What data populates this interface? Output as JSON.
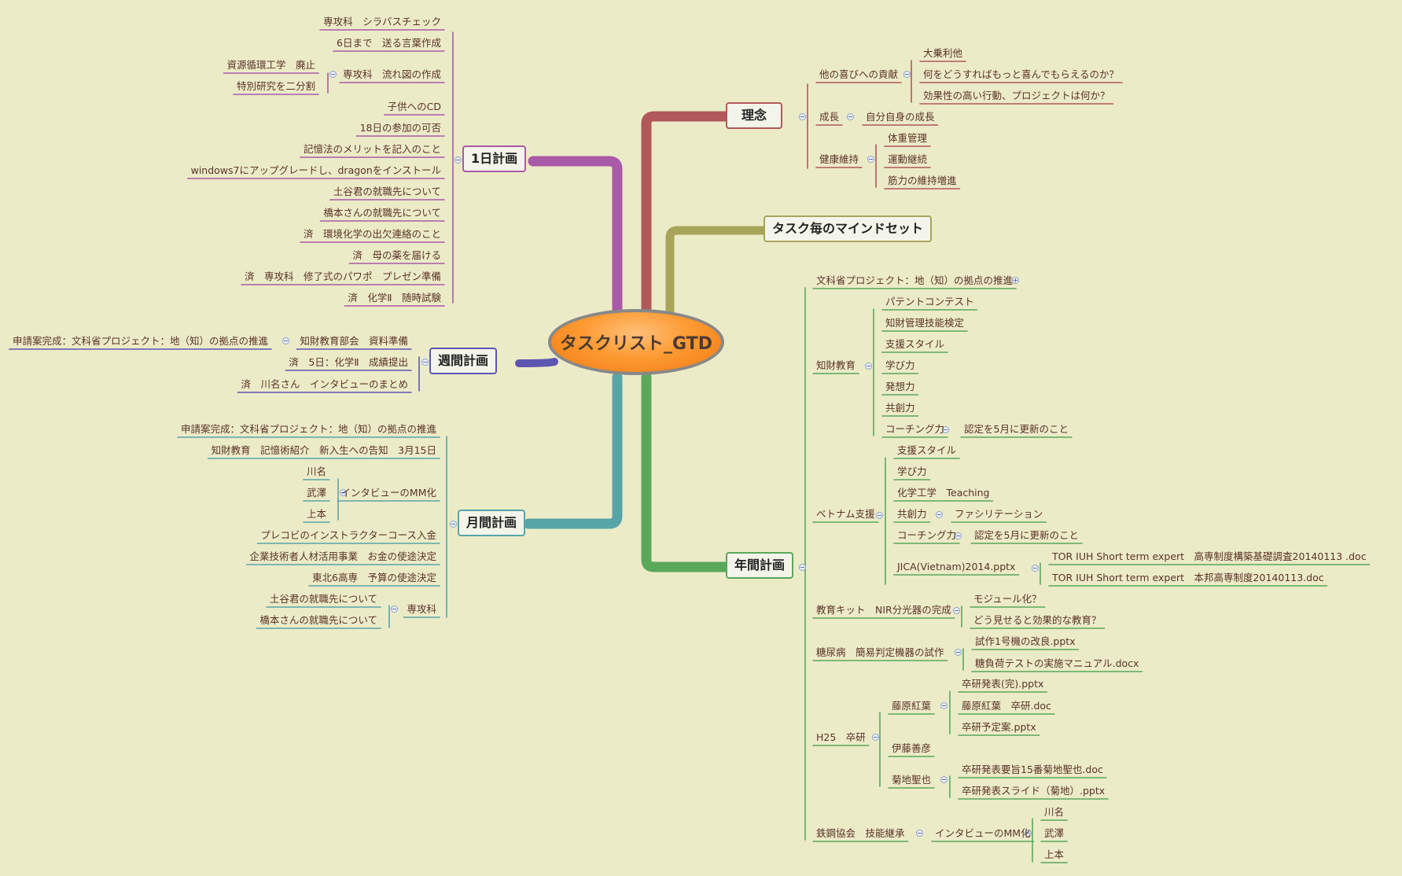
{
  "central": "タスクリスト_GTD",
  "topics": {
    "ichinichi": "1日計画",
    "shukan": "週間計画",
    "gekkan": "月間計画",
    "rinen": "理念",
    "mindset": "タスク毎のマインドセット",
    "nenkan": "年間計画"
  },
  "ichinichi": {
    "i1": "専攻科　シラバスチェック",
    "i2": "6日まで　送る言葉作成",
    "i3": "専攻科　流れ図の作成",
    "i3a": "資源循環工学　廃止",
    "i3b": "特別研究を二分割",
    "i4": "子供へのCD",
    "i5": "18日の参加の可否",
    "i6": "記憶法のメリットを記入のこと",
    "i7": "windows7にアップグレードし、dragonをインストール",
    "i8": "土谷君の就職先について",
    "i9": "橋本さんの就職先について",
    "i10": "済　環境化学の出欠連絡のこと",
    "i11": "済　母の薬を届ける",
    "i12": "済　専攻科　修了式のパワポ　プレゼン準備",
    "i13": "済　化学Ⅱ　随時試験"
  },
  "shukan": {
    "s1": "知財教育部会　資料準備",
    "s1a": "申請案完成：文科省プロジェクト：地（知）の拠点の推進",
    "s2": "済　5日：化学Ⅱ　成績提出",
    "s3": "済　川名さん　インタビューのまとめ"
  },
  "gekkan": {
    "g1": "申請案完成：文科省プロジェクト：地（知）の拠点の推進",
    "g2": "知財教育　記憶術紹介　新入生への告知　3月15日",
    "g3": "インタビューのMM化",
    "g3a": "川名",
    "g3b": "武澤",
    "g3c": "上本",
    "g4": "プレコビのインストラクターコース入金",
    "g5": "企業技術者人材活用事業　お金の使途決定",
    "g6": "東北6高専　予算の使途決定",
    "g7": "専攻科",
    "g7a": "土谷君の就職先について",
    "g7b": "橋本さんの就職先について"
  },
  "rinen": {
    "r1": "他の喜びへの貢献",
    "r1a": "大乗利他",
    "r1b": "何をどうすればもっと喜んでもらえるのか？",
    "r1c": "効果性の高い行動、プロジェクトは何か？",
    "r2": "成長",
    "r2a": "自分自身の成長",
    "r3": "健康維持",
    "r3a": "体重管理",
    "r3b": "運動継続",
    "r3c": "筋力の維持増進"
  },
  "nenkan": {
    "n1": "文科省プロジェクト：地（知）の拠点の推進",
    "n2": "知財教育",
    "n2a": "パテントコンテスト",
    "n2b": "知財管理技能検定",
    "n2c": "支援スタイル",
    "n2d": "学び力",
    "n2e": "発想力",
    "n2f": "共創力",
    "n2g": "コーチング力",
    "n2g1": "認定を5月に更新のこと",
    "n3": "ベトナム支援",
    "n3a": "支援スタイル",
    "n3b": "学び力",
    "n3c": "化学工学　Teaching",
    "n3d": "共創力",
    "n3d1": "ファシリテーション",
    "n3e": "コーチング力",
    "n3e1": "認定を5月に更新のこと",
    "n3f": "JICA(Vietnam)2014.pptx",
    "n3f1": "TOR IUH Short term expert　高専制度構築基礎調査20140113 .doc",
    "n3f2": "TOR IUH Short term expert　本邦高専制度20140113.doc",
    "n4": "教育キット　NIR分光器の完成",
    "n4a": "モジュール化？",
    "n4b": "どう見せると効果的な教育？",
    "n5": "糖尿病　簡易判定機器の試作",
    "n5a": "試作1号機の改良.pptx",
    "n5b": "糖負荷テストの実施マニュアル.docx",
    "n6": "H25　卒研",
    "n6a": "藤原紅葉",
    "n6a1": "卒研発表(完).pptx",
    "n6a2": "藤原紅葉　卒研.doc",
    "n6a3": "卒研予定案.pptx",
    "n6b": "伊藤善彦",
    "n6c": "菊地聖也",
    "n6c1": "卒研発表要旨15番菊地聖也.doc",
    "n6c2": "卒研発表スライド（菊地）.pptx",
    "n7": "鉄鋼協会　技能継承",
    "n7a": "インタビューのMM化",
    "n7a1": "川名",
    "n7a2": "武澤",
    "n7a3": "上本"
  },
  "colors": {
    "ichinichi": "#a95aa8",
    "shukan": "#5d56b0",
    "gekkan": "#58a5a8",
    "rinen": "#b0585a",
    "mindset": "#a8a55a",
    "nenkan": "#5aa85a"
  }
}
